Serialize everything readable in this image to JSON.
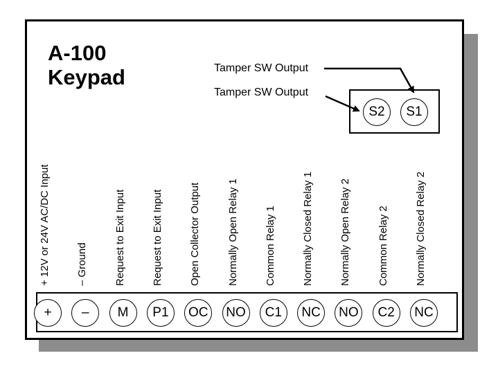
{
  "title": {
    "line1": "A-100",
    "line2": "Keypad"
  },
  "tamper": {
    "label_top": "Tamper SW Output",
    "label_bottom": "Tamper SW Output",
    "terminals": [
      "S2",
      "S1"
    ]
  },
  "terminals": [
    {
      "symbol": "+",
      "label": "+ 12V or 24V AC/DC Input"
    },
    {
      "symbol": "–",
      "label": "– Ground"
    },
    {
      "symbol": "M",
      "label": "Request to Exit Input"
    },
    {
      "symbol": "P1",
      "label": "Request to Exit Input"
    },
    {
      "symbol": "OC",
      "label": "Open Collector Output"
    },
    {
      "symbol": "NO",
      "label": "Normally Open Relay 1"
    },
    {
      "symbol": "C1",
      "label": "Common Relay 1"
    },
    {
      "symbol": "NC",
      "label": "Normally Closed Relay 1"
    },
    {
      "symbol": "NO",
      "label": "Normally Open Relay 2"
    },
    {
      "symbol": "C2",
      "label": "Common Relay 2"
    },
    {
      "symbol": "NC",
      "label": "Normally Closed Relay 2"
    }
  ]
}
